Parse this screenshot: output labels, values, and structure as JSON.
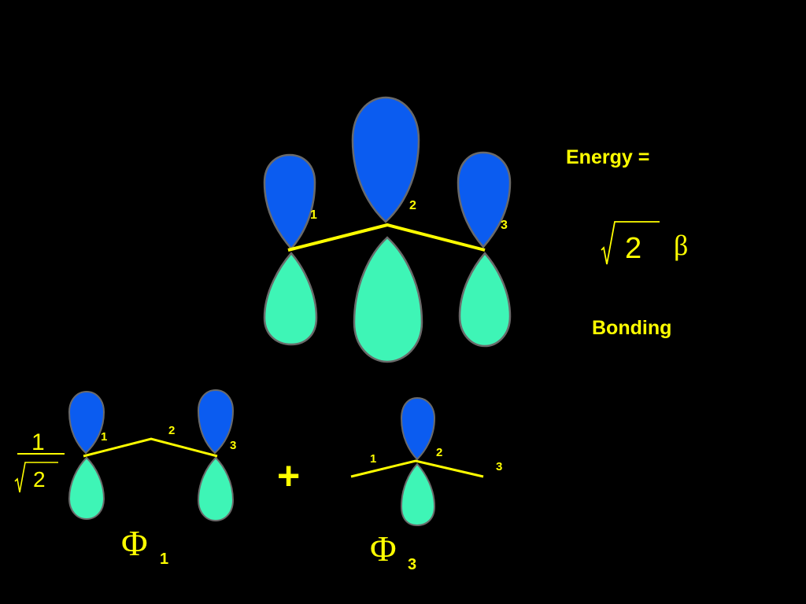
{
  "energy": {
    "label": "Energy =",
    "coefficient": "2",
    "beta": "β",
    "type_label": "Bonding"
  },
  "main_diagram": {
    "atom_labels": [
      "1",
      "2",
      "3"
    ]
  },
  "phi1": {
    "coef_numerator": "1",
    "coef_radicand": "2",
    "atom_labels": [
      "1",
      "2",
      "3"
    ],
    "symbol": "Φ",
    "subscript": "1"
  },
  "plus": "+",
  "phi3": {
    "atom_labels": [
      "1",
      "2",
      "3"
    ],
    "symbol": "Φ",
    "subscript": "3"
  },
  "colors": {
    "background": "#000000",
    "lobe_top": "#0b5cf0",
    "lobe_bottom": "#3ef5b6",
    "bond": "#ffff00",
    "text": "#ffff00"
  }
}
